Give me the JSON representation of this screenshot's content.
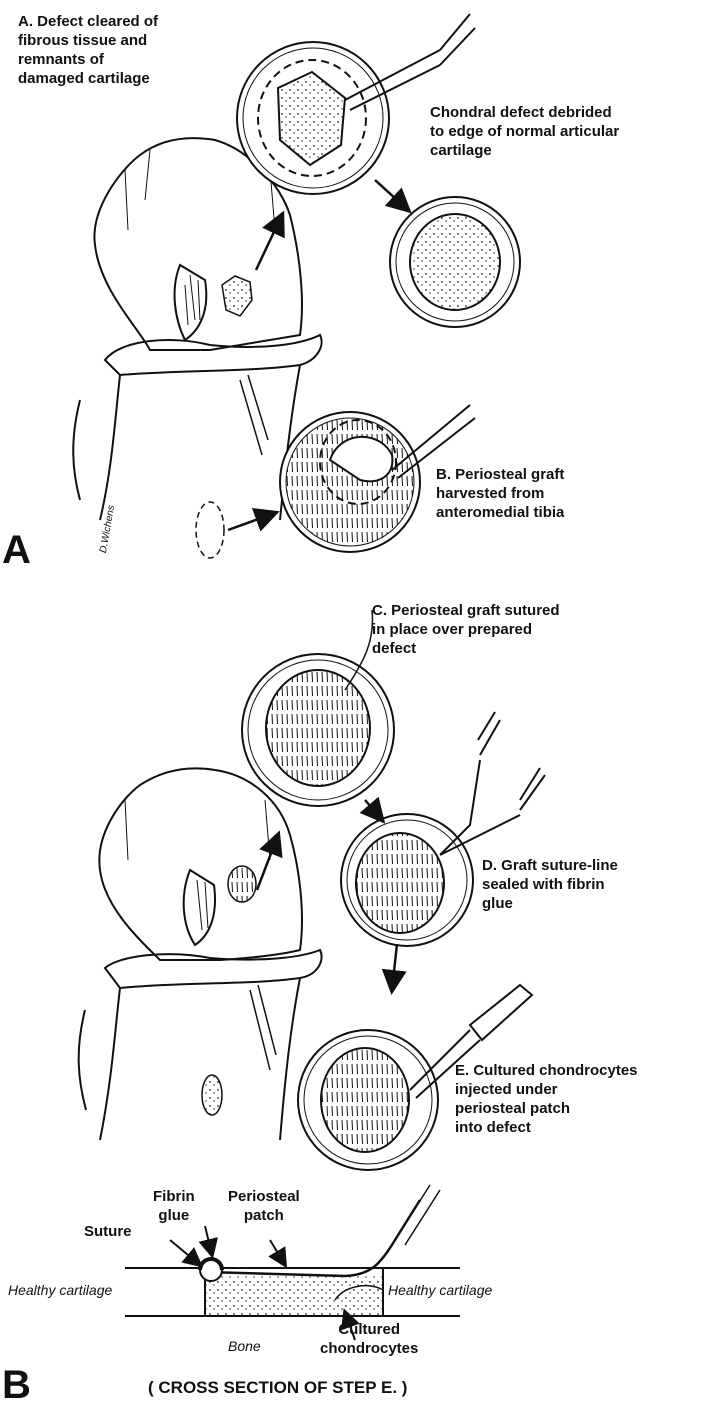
{
  "panel_a": {
    "letter": "A",
    "step_a": "A. Defect cleared of\nfibrous tissue and\nremnants of\ndamaged cartilage",
    "chondral": "Chondral defect debrided\nto edge of normal articular\ncartilage",
    "step_b": "B. Periosteal graft\nharvested from\nanteromedial tibia",
    "signature": "D.Wichens"
  },
  "panel_b": {
    "letter": "B",
    "step_c": "C. Periosteal graft sutured\nin place over prepared\ndefect",
    "step_d": "D. Graft suture-line\nsealed with fibrin\nglue",
    "step_e": "E. Cultured chondrocytes\ninjected under\nperiosteal patch\ninto defect"
  },
  "cross_section": {
    "fibrin_glue": "Fibrin\nglue",
    "periosteal_patch": "Periosteal\npatch",
    "suture": "Suture",
    "healthy_left": "Healthy cartilage",
    "healthy_right": "Healthy cartilage",
    "bone": "Bone",
    "cultured": "Cultured\nchondrocytes",
    "caption": "( CROSS SECTION OF STEP E. )"
  }
}
